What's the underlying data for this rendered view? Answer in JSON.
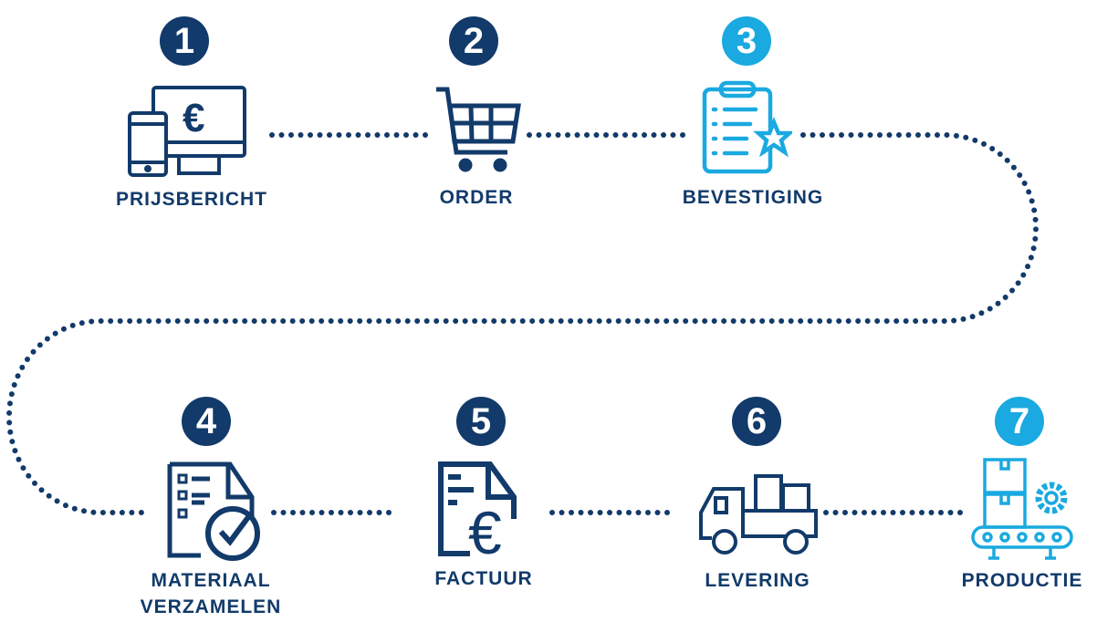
{
  "colors": {
    "navy": "#123a6a",
    "blue": "#1aa9e0"
  },
  "steps": [
    {
      "number": "1",
      "label": "PRIJSBERICHT",
      "icon": "price-message-devices-icon"
    },
    {
      "number": "2",
      "label": "ORDER",
      "icon": "shopping-cart-icon"
    },
    {
      "number": "3",
      "label": "BEVESTIGING",
      "icon": "clipboard-star-icon"
    },
    {
      "number": "4",
      "label": "MATERIAAL",
      "label2": "VERZAMELEN",
      "icon": "checklist-document-icon"
    },
    {
      "number": "5",
      "label": "FACTUUR",
      "icon": "invoice-euro-icon"
    },
    {
      "number": "6",
      "label": "LEVERING",
      "icon": "delivery-truck-icon"
    },
    {
      "number": "7",
      "label": "PRODUCTIE",
      "icon": "production-conveyor-icon"
    }
  ]
}
